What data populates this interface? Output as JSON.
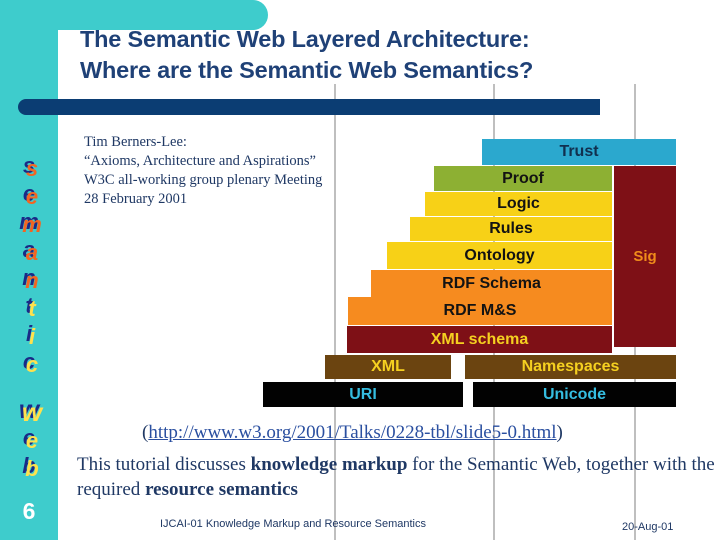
{
  "slide": {
    "title_line1": "The Semantic Web Layered Architecture:",
    "title_line2": "Where are the Semantic Web Semantics?",
    "page_number": "6",
    "colors": {
      "teal": "#3ECCCC",
      "navy_bar": "#0B3D73",
      "title_blue": "#1F4177",
      "body_blue": "#1F3864",
      "link_blue": "#2A4FA0"
    }
  },
  "sidebar": {
    "vertical_word_1": [
      "s",
      "e",
      "m",
      "a",
      "n",
      "t",
      "i",
      "c"
    ],
    "vertical_word_2": [
      "w",
      "e",
      "b"
    ]
  },
  "attribution": {
    "line1": "Tim Berners-Lee:",
    "line2": "“Axioms, Architecture and Aspirations”",
    "line3": "W3C all-working group plenary Meeting",
    "line4": "28 February 2001"
  },
  "diagram": {
    "name": "semantic-web-layer-cake",
    "layers": [
      {
        "id": "trust",
        "label": "Trust",
        "color": "#2BA8CE",
        "text_color": "#11304F"
      },
      {
        "id": "proof",
        "label": "Proof",
        "color": "#8DB033",
        "text_color": "#131313"
      },
      {
        "id": "logic",
        "label": "Logic",
        "color": "#F7D117",
        "text_color": "#131313"
      },
      {
        "id": "rules",
        "label": "Rules",
        "color": "#F7D117",
        "text_color": "#131313"
      },
      {
        "id": "ontology",
        "label": "Ontology",
        "color": "#F7D117",
        "text_color": "#131313"
      },
      {
        "id": "rdf-schema",
        "label": "RDF Schema",
        "color": "#F68B1F",
        "text_color": "#131313"
      },
      {
        "id": "rdf-ms",
        "label": "RDF M&S",
        "color": "#F68B1F",
        "text_color": "#131313"
      },
      {
        "id": "xml-schema",
        "label": "XML schema",
        "color": "#7E1016",
        "text_color": "#F5D020"
      },
      {
        "id": "xml",
        "label": "XML",
        "color": "#6B4410",
        "text_color": "#F5D020"
      },
      {
        "id": "namespaces",
        "label": "Namespaces",
        "color": "#6B4410",
        "text_color": "#F5D020"
      },
      {
        "id": "uri",
        "label": "URI",
        "color": "#020202",
        "text_color": "#35BDE0"
      },
      {
        "id": "unicode",
        "label": "Unicode",
        "color": "#020202",
        "text_color": "#35BDE0"
      },
      {
        "id": "sig",
        "label": "Sig",
        "color": "#7E1016",
        "text_color": "#F08C1A"
      }
    ]
  },
  "source": {
    "open_paren": "(",
    "url_text": "http://www.w3.org/2001/Talks/0228-tbl/slide5-0.html",
    "close_paren": ")"
  },
  "tutorial": {
    "part1": "This tutorial discusses ",
    "bold1": "knowledge markup",
    "part2": " for the Semantic Web, together with the required ",
    "bold2": "resource semantics"
  },
  "footer": {
    "center": "IJCAI-01   Knowledge Markup and Resource Semantics",
    "date": "20-Aug-01"
  }
}
